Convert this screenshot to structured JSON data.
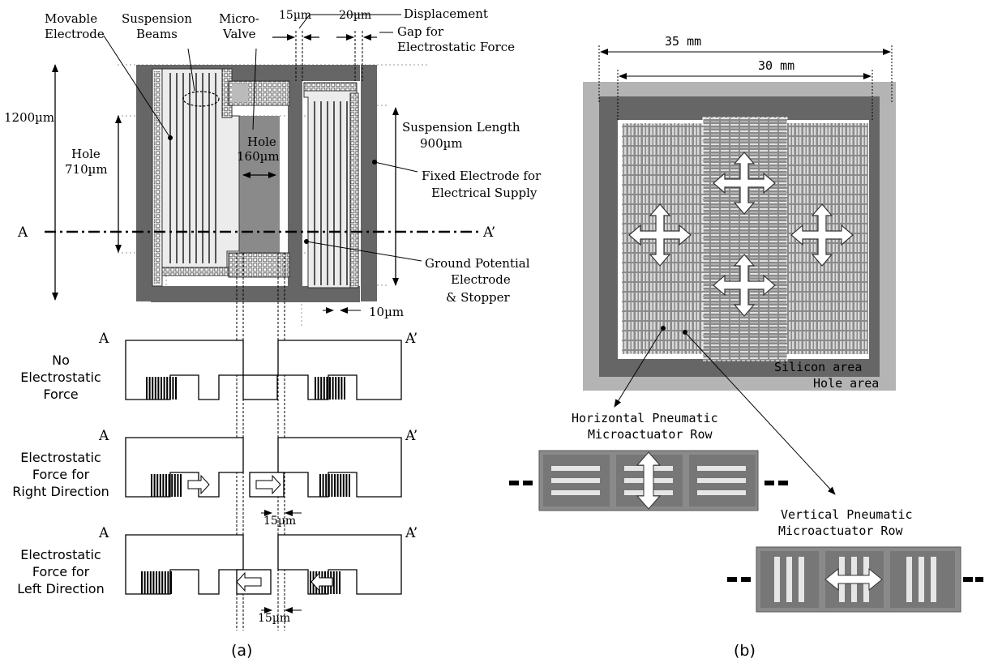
{
  "panel_a": {
    "caption": "(a)",
    "labels": {
      "movable_electrode_1": "Movable",
      "movable_electrode_2": "Electrode",
      "suspension_beams_1": "Suspension",
      "suspension_beams_2": "Beams",
      "micro_valve_1": "Micro-",
      "micro_valve_2": "Valve",
      "displacement": "Displacement",
      "dim_15_top": "15µm",
      "dim_20_top": "20µm",
      "gap_1": "Gap for",
      "gap_2": "Electrostatic Force",
      "dim_1200": "1200µm",
      "hole_left_1": "Hole",
      "hole_left_2": "710µm",
      "hole_center_1": "Hole",
      "hole_center_2": "160µm",
      "suspension_length_1": "Suspension Length",
      "suspension_length_2": "900µm",
      "fixed_electrode_1": "Fixed Electrode for",
      "fixed_electrode_2": "Electrical Supply",
      "section_a": "A",
      "section_a_prime": "A’",
      "ground_1": "Ground Potential",
      "ground_2": "Electrode",
      "ground_3": "& Stopper",
      "dim_10": "10µm"
    },
    "cross_sections": [
      {
        "left_label": "A",
        "right_label": "A’",
        "lines": [
          "No",
          "Electrostatic",
          "Force"
        ]
      },
      {
        "left_label": "A",
        "right_label": "A’",
        "lines": [
          "Electrostatic",
          "Force for",
          "Right Direction"
        ],
        "dim": "15µm"
      },
      {
        "left_label": "A",
        "right_label": "A’",
        "lines": [
          "Electrostatic",
          "Force for",
          "Left Direction"
        ],
        "dim": "15µm"
      }
    ]
  },
  "panel_b": {
    "caption": "(b)",
    "dim_outer": "35 mm",
    "dim_inner": "30 mm",
    "legend_silicon": "Silicon area",
    "legend_hole": "Hole area",
    "horizontal_row_1": "Horizontal Pneumatic",
    "horizontal_row_2": "Microactuator Row",
    "vertical_row_1": "Vertical Pneumatic",
    "vertical_row_2": "Microactuator Row"
  },
  "colors": {
    "dark_gray": "#666666",
    "mid_gray": "#8c8c8c",
    "light_gray": "#b4b4b4",
    "outline": "#000000"
  }
}
